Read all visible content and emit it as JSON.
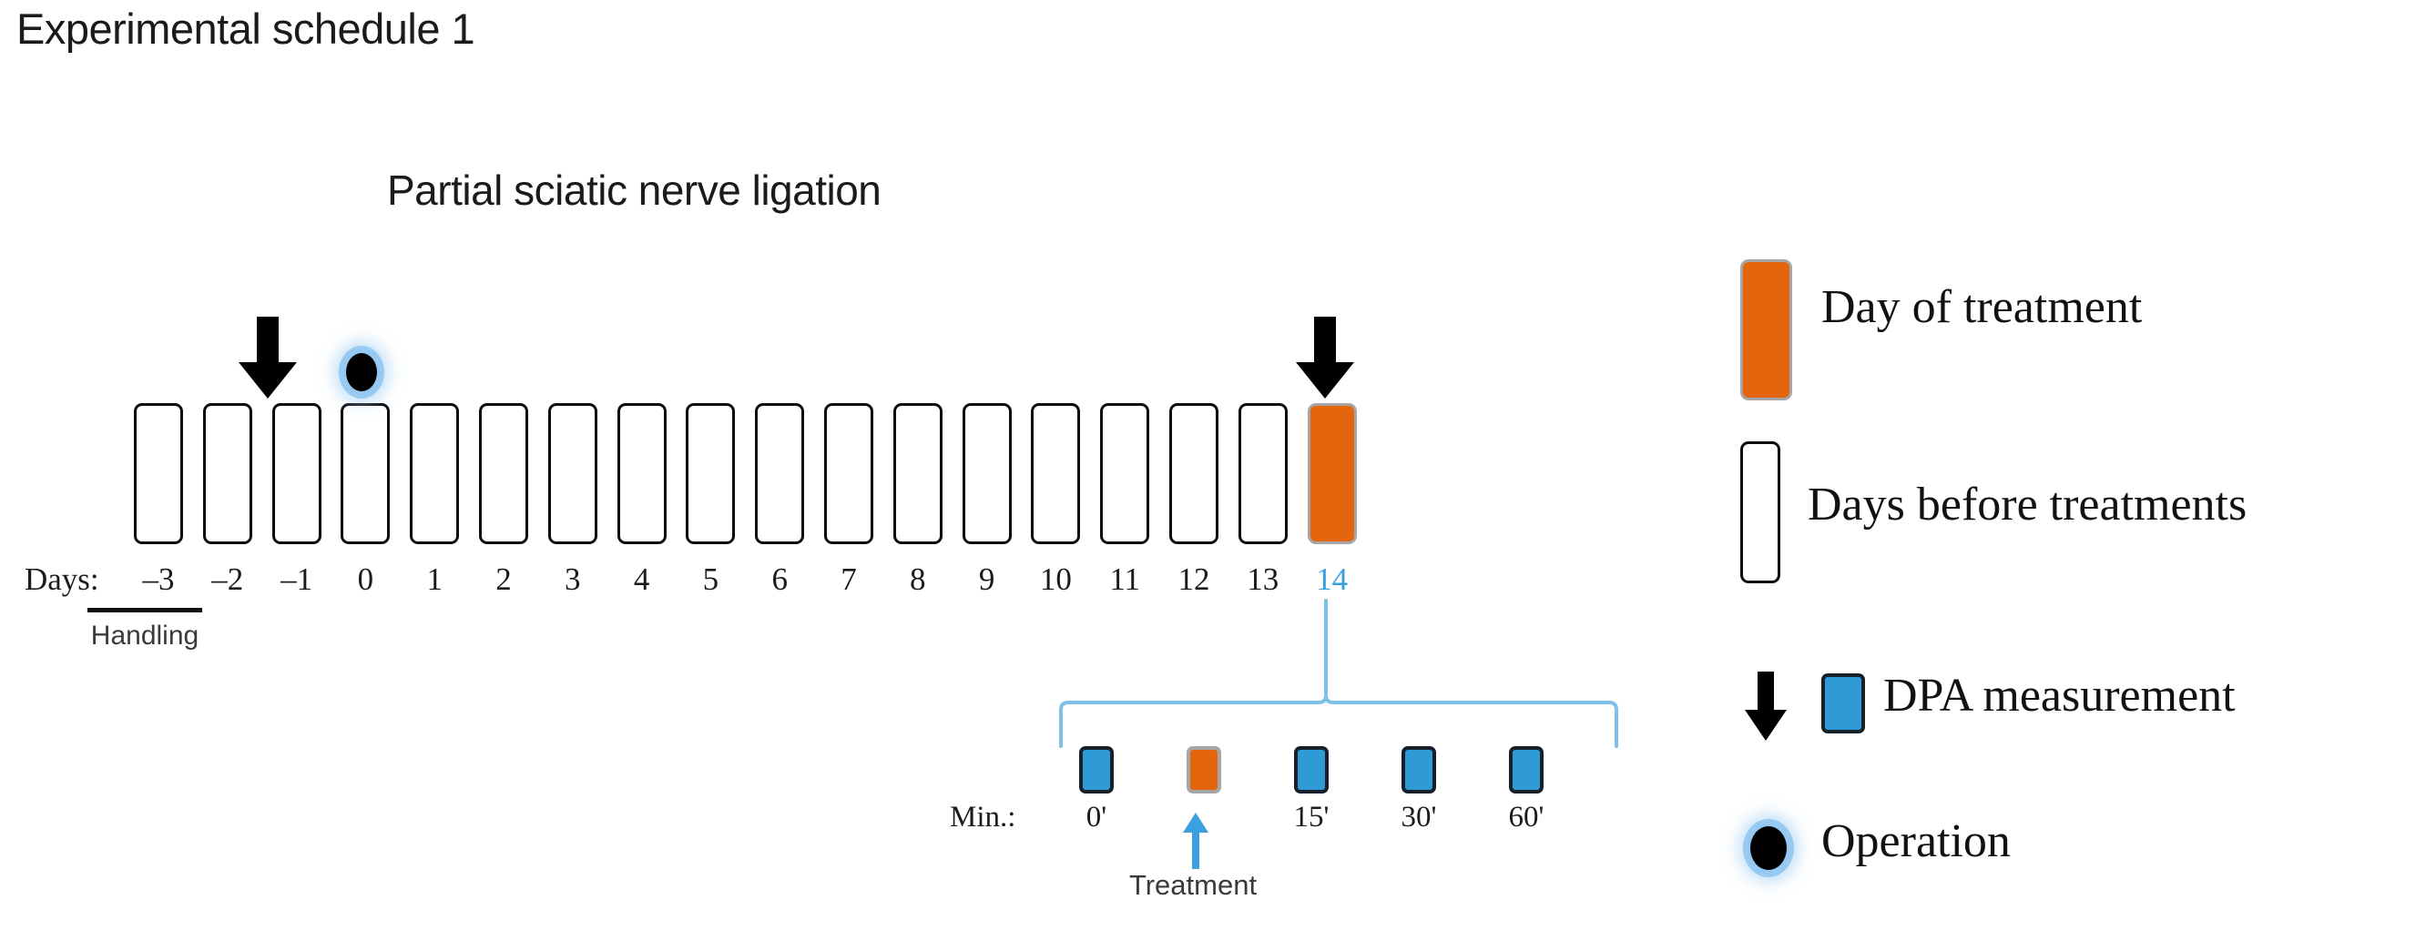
{
  "title": "Experimental schedule 1",
  "subtitle": "Partial sciatic nerve ligation",
  "timeline": {
    "days_caption": "Days:",
    "days": [
      "–3",
      "–2",
      "–1",
      "0",
      "1",
      "2",
      "3",
      "4",
      "5",
      "6",
      "7",
      "8",
      "9",
      "10",
      "11",
      "12",
      "13",
      "14"
    ],
    "treatment_day": "14",
    "handling_label": "Handling",
    "handling_days": [
      "–3",
      "–2"
    ],
    "arrow_days": [
      "–1",
      "14"
    ],
    "operation_day": "0"
  },
  "minutes": {
    "caption": "Min.:",
    "labels": [
      "0'",
      "",
      "15'",
      "30'",
      "60'"
    ],
    "types": [
      "dpa",
      "treatment",
      "dpa",
      "dpa",
      "dpa"
    ],
    "treatment_label": "Treatment"
  },
  "legend": {
    "items": [
      {
        "label": "Day of treatment",
        "marker": "orange-bar"
      },
      {
        "label": "Days before treatments",
        "marker": "white-bar"
      },
      {
        "label": "DPA measurement",
        "marker": "arrow-and-blue-square"
      },
      {
        "label": "Operation",
        "marker": "black-dot-glow"
      }
    ]
  },
  "colors": {
    "treatment_orange": "#e3650e",
    "dpa_blue": "#2e9bd6",
    "highlight_blue": "#3b9fe0",
    "bracket_blue": "#7fc0ea",
    "box_border": "#0d0d0d",
    "background": "#ffffff"
  }
}
